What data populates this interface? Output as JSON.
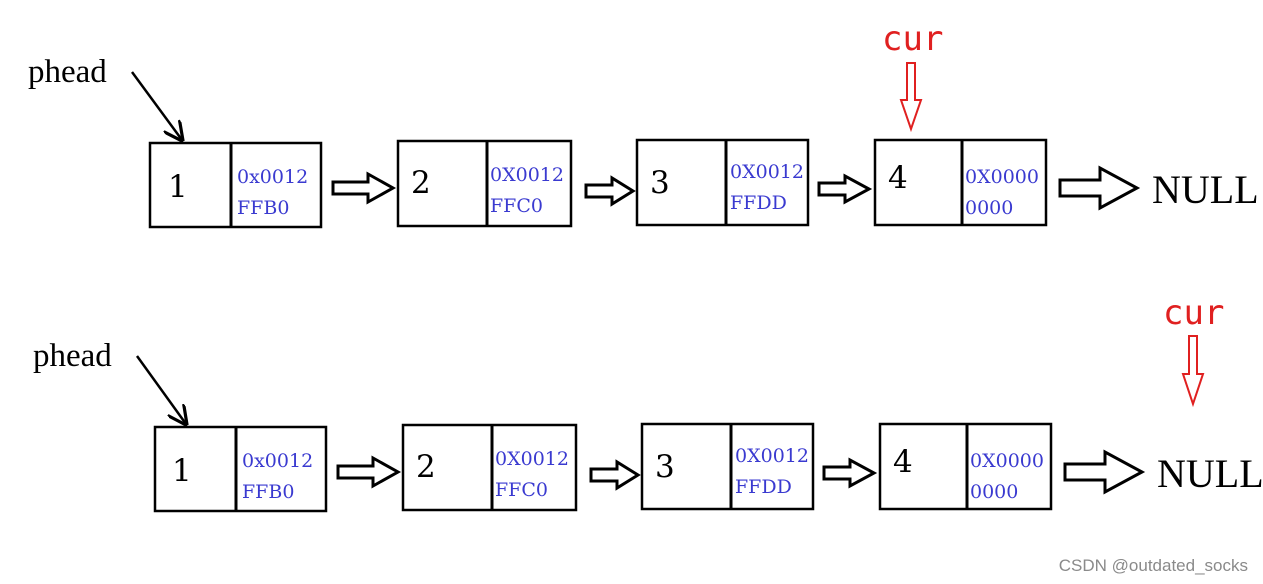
{
  "rows": [
    {
      "head_label": "phead",
      "cur_label": "cur",
      "cur_target": "node-4",
      "nodes": [
        {
          "value": "1",
          "addr_line1": "0x0012",
          "addr_line2": "FFB0"
        },
        {
          "value": "2",
          "addr_line1": "0X0012",
          "addr_line2": "FFC0"
        },
        {
          "value": "3",
          "addr_line1": "0X0012",
          "addr_line2": "FFDD"
        },
        {
          "value": "4",
          "addr_line1": "0X0000",
          "addr_line2": "0000"
        }
      ],
      "tail_label": "NULL"
    },
    {
      "head_label": "phead",
      "cur_label": "cur",
      "cur_target": "NULL",
      "nodes": [
        {
          "value": "1",
          "addr_line1": "0x0012",
          "addr_line2": "FFB0"
        },
        {
          "value": "2",
          "addr_line1": "0X0012",
          "addr_line2": "FFC0"
        },
        {
          "value": "3",
          "addr_line1": "0X0012",
          "addr_line2": "FFDD"
        },
        {
          "value": "4",
          "addr_line1": "0X0000",
          "addr_line2": "0000"
        }
      ],
      "tail_label": "NULL"
    }
  ],
  "colors": {
    "address_text": "#3a3ad0",
    "cur_text": "#e02020",
    "outline": "#000000"
  },
  "watermark": "CSDN @outdated_socks"
}
